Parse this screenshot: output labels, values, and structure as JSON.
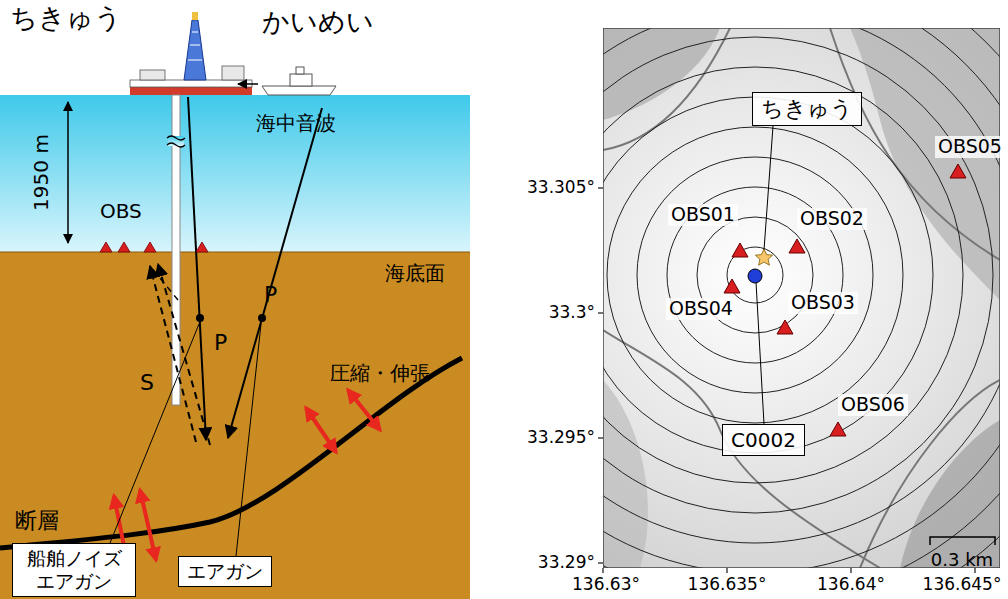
{
  "diagram": {
    "nodes": [
      {
        "text": [
          "船舶ノイズ エアガン"
        ]
      },
      {
        "text": [
          "エアガン"
        ]
      },
      {
        "text": [
          "ちきゅう"
        ]
      },
      {
        "text": [
          "C0002"
        ]
      }
    ],
    "labels": [
      "ちきゅう",
      "かいめい",
      "1950 m",
      "海中音波",
      "OBS",
      "海底面",
      "P",
      "P",
      "S",
      "圧縮・伸張",
      "断層",
      "OBS05",
      "OBS01",
      "OBS02",
      "OBS04",
      "OBS03",
      "OBS06",
      "0.3 km",
      "33.305°",
      "33.3°",
      "33.295°",
      "33.29°",
      "136.63°",
      "136.635°",
      "136.64°",
      "136.645°"
    ]
  }
}
